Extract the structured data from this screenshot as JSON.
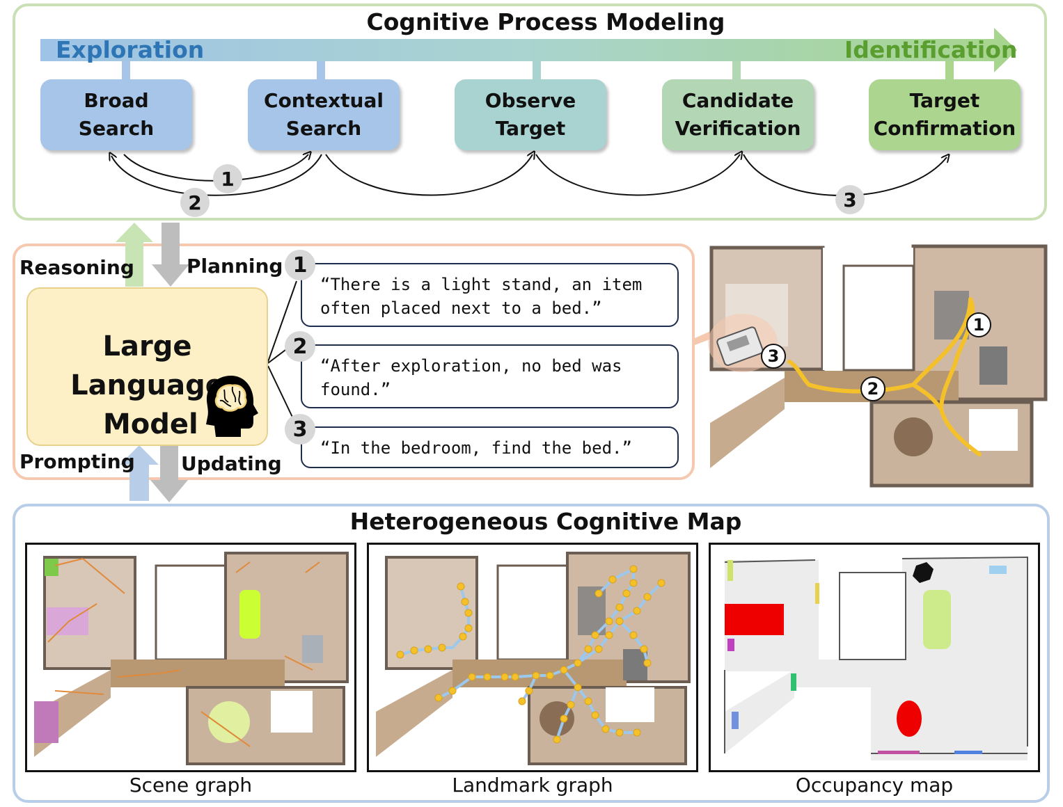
{
  "top": {
    "title": "Cognitive Process Modeling",
    "exploration": "Exploration",
    "identification": "Identification",
    "stages": [
      {
        "label": "Broad\nSearch",
        "color": "#a7c5e8"
      },
      {
        "label": "Contextual\nSearch",
        "color": "#a7c5e8"
      },
      {
        "label": "Observe\nTarget",
        "color": "#a8d3d1"
      },
      {
        "label": "Candidate\nVerification",
        "color": "#b3d6b4"
      },
      {
        "label": "Target\nConfirmation",
        "color": "#acd68f"
      }
    ],
    "transitions": [
      "1",
      "2",
      "3"
    ]
  },
  "middle": {
    "reasoning": "Reasoning",
    "planning": "Planning",
    "prompting": "Prompting",
    "updating": "Updating",
    "llm_title_line1": "Large Language",
    "llm_title_line2": "Model",
    "icon": "brain-head-icon",
    "quotes": [
      {
        "num": "1",
        "text": "“There is a light stand, an item\noften placed next to a bed.”"
      },
      {
        "num": "2",
        "text": "“After exploration, no bed was\nfound.”"
      },
      {
        "num": "3",
        "text": "“In the bedroom, find the bed.”"
      }
    ],
    "path_markers": [
      "1",
      "2",
      "3"
    ]
  },
  "bottom": {
    "title": "Heterogeneous Cognitive Map",
    "maps": [
      {
        "caption": "Scene graph"
      },
      {
        "caption": "Landmark graph"
      },
      {
        "caption": "Occupancy map"
      }
    ]
  },
  "colors": {
    "blue_box": "#a7c5e8",
    "green_box": "#acd68f",
    "exploration_text": "#2e75b6",
    "identification_text": "#5a9e2f",
    "llm_fill": "#fdf0c6",
    "path_yellow": "#f5c12a"
  }
}
